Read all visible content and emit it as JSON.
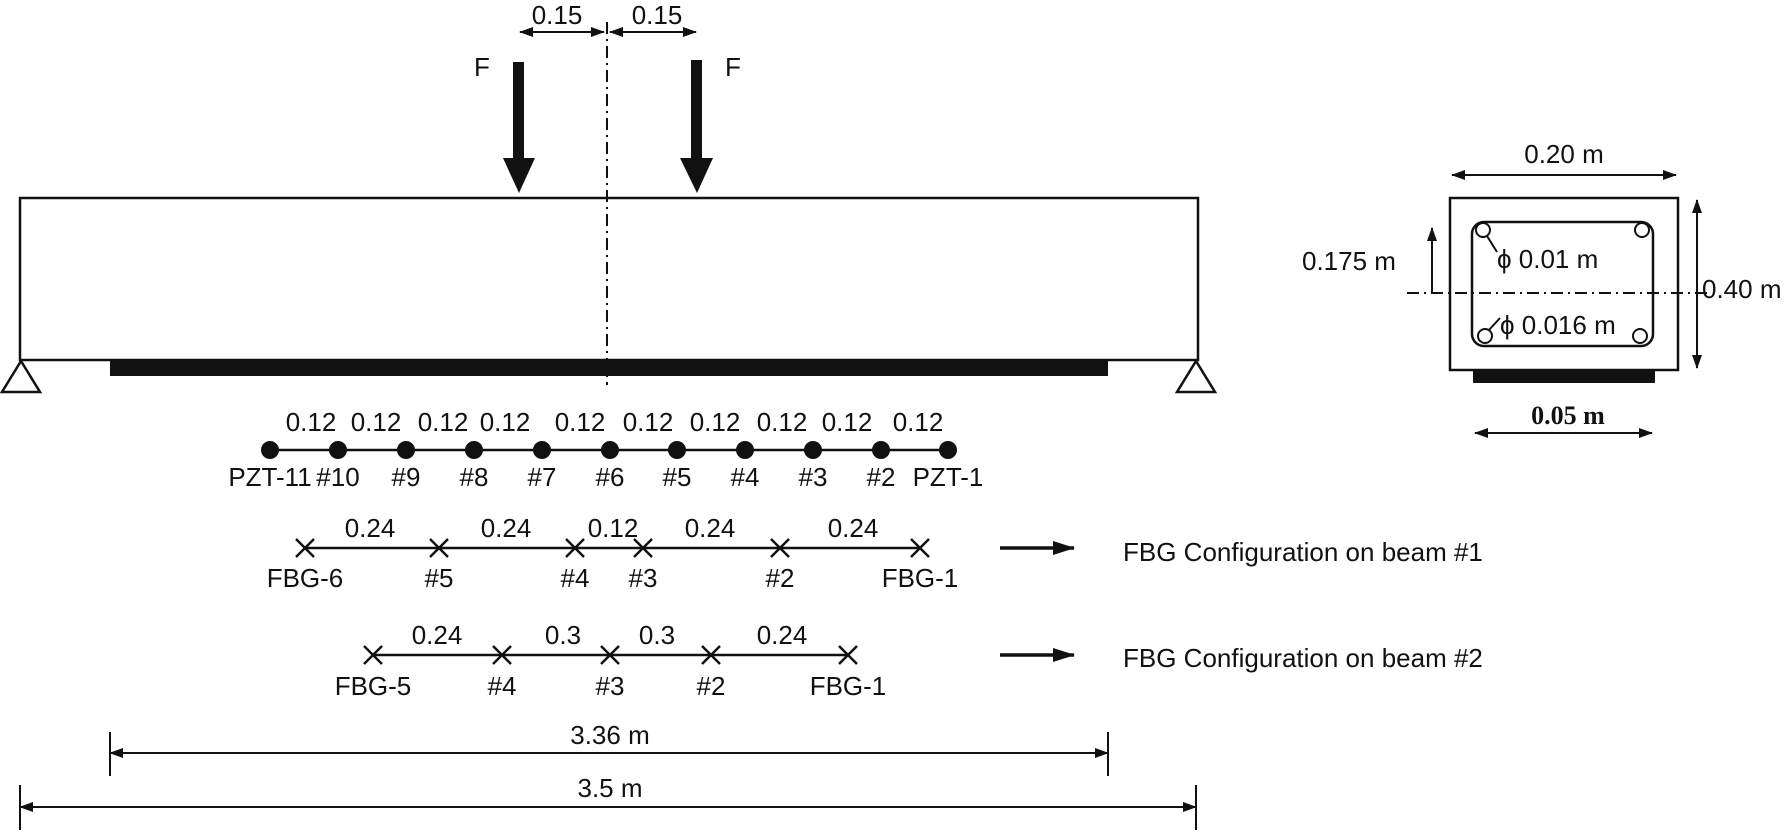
{
  "load": {
    "force_label": "F",
    "offset_left": "0.15",
    "offset_right": "0.15"
  },
  "pzt": {
    "spacings": [
      "0.12",
      "0.12",
      "0.12",
      "0.12",
      "0.12",
      "0.12",
      "0.12",
      "0.12",
      "0.12",
      "0.12"
    ],
    "labels": [
      "PZT-11",
      "#10",
      "#9",
      "#8",
      "#7",
      "#6",
      "#5",
      "#4",
      "#3",
      "#2",
      "PZT-1"
    ]
  },
  "fbg_beam1": {
    "spacings": [
      "0.24",
      "0.24",
      "0.12",
      "0.24",
      "0.24"
    ],
    "labels": [
      "FBG-6",
      "#5",
      "#4",
      "#3",
      "#2",
      "FBG-1"
    ],
    "caption": "FBG Configuration on beam #1"
  },
  "fbg_beam2": {
    "spacings": [
      "0.24",
      "0.3",
      "0.3",
      "0.24"
    ],
    "labels": [
      "FBG-5",
      "#4",
      "#3",
      "#2",
      "FBG-1"
    ],
    "caption": "FBG Configuration on beam #2"
  },
  "dimensions": {
    "plate_length": "3.36 m",
    "beam_length": "3.5 m"
  },
  "section": {
    "width": "0.20 m",
    "height": "0.40 m",
    "neutral_axis": "0.175 m",
    "top_bar": "ϕ 0.01 m",
    "bottom_bar": "ϕ 0.016 m",
    "plate_thickness": "0.05 m"
  }
}
